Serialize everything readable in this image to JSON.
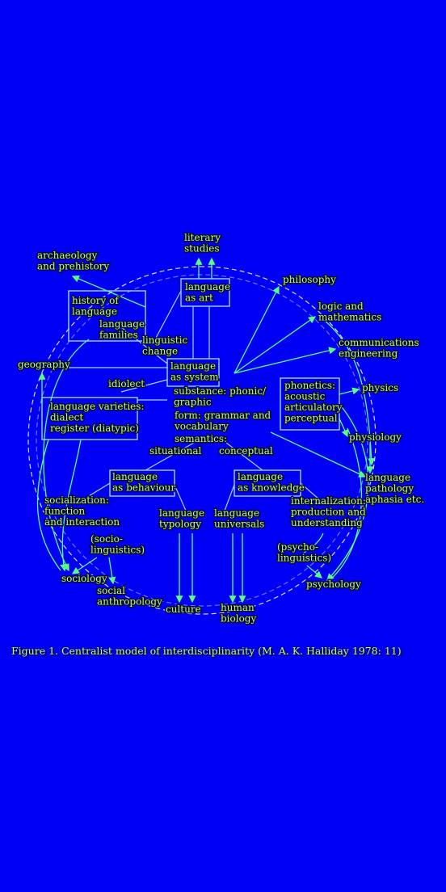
{
  "nodes": {
    "literary_studies": [
      "literary",
      "studies"
    ],
    "archaeology": [
      "archaeology",
      "and prehistory"
    ],
    "philosophy": [
      "philosophy"
    ],
    "language_as_art": [
      "language",
      "as art"
    ],
    "history_of_language": [
      "history of",
      "language"
    ],
    "language_families": [
      "language",
      "families"
    ],
    "logic_math": [
      "logic and",
      "mathematics"
    ],
    "linguistic_change": [
      "linguistic",
      "change"
    ],
    "communications": [
      "communications",
      "engineering"
    ],
    "geography": [
      "geography"
    ],
    "language_as_system": [
      "language",
      "as system"
    ],
    "idiolect": [
      "idiolect"
    ],
    "physics": [
      "physics"
    ],
    "substance": [
      "substance: phonic/",
      "graphic"
    ],
    "phonetics": [
      "phonetics:",
      "acoustic",
      "articulatory",
      "perceptual"
    ],
    "varieties": [
      "language varieties:",
      "dialect",
      "register (diatypic)"
    ],
    "form": [
      "form: grammar and",
      "vocabulary"
    ],
    "semantics": [
      "semantics:"
    ],
    "physiology": [
      "physiology"
    ],
    "situational": [
      "situational"
    ],
    "conceptual": [
      "conceptual"
    ],
    "language_as_behaviour": [
      "language",
      "as behaviour"
    ],
    "language_as_knowledge": [
      "language",
      "as knowledge"
    ],
    "pathology": [
      "language",
      "pathology",
      "aphasia etc."
    ],
    "socialization": [
      "socialization:",
      "function",
      "and interaction"
    ],
    "typology": [
      "language",
      "typology"
    ],
    "universals": [
      "language",
      "universals"
    ],
    "internalization": [
      "internalization:",
      "production and",
      "understanding"
    ],
    "sociolinguistics": [
      "(socio-",
      "linguistics)"
    ],
    "psycholinguistics": [
      "(psycho-",
      "linguistics)"
    ],
    "sociology": [
      "sociology"
    ],
    "psychology": [
      "psychology"
    ],
    "social_anthropology": [
      "social",
      "anthropology"
    ],
    "culture": [
      "culture"
    ],
    "human_biology": [
      "human",
      "biology"
    ]
  },
  "caption": "Figure 1.  Centralist model of interdisciplinarity (M. A. K. Halliday 1978: 11)"
}
